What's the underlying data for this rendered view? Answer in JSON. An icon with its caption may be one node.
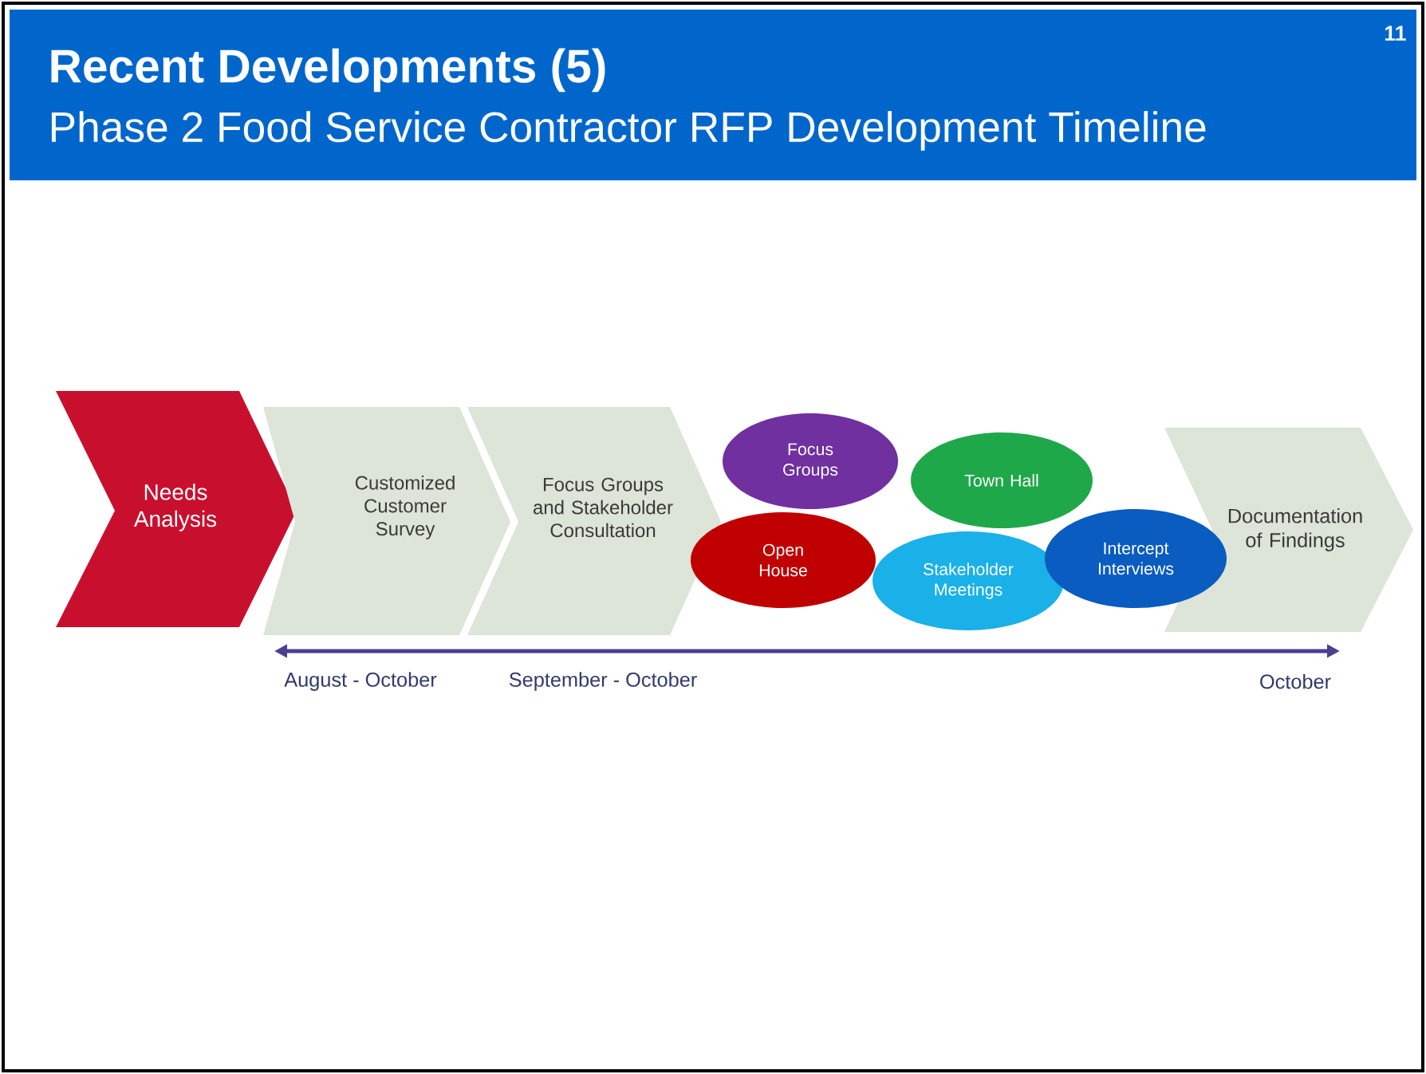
{
  "diagram": {
    "title": "Recent Developments (5)",
    "nodes": [
      {
        "text": [
          "Needs Analysis"
        ]
      },
      {
        "text": [
          "Customized Customer Survey"
        ]
      },
      {
        "text": [
          "Focus Groups and Stakeholder Consultation"
        ]
      },
      {
        "text": [
          "Focus Groups"
        ]
      },
      {
        "text": [
          "Open House"
        ]
      },
      {
        "text": [
          "Town Hall"
        ]
      },
      {
        "text": [
          "Stakeholder Meetings"
        ]
      },
      {
        "text": [
          "Intercept Interviews"
        ]
      },
      {
        "text": [
          "Documentation of Findings"
        ]
      }
    ],
    "labels": [
      "11",
      "Phase 2 Food Service Contractor RFP Development Timeline",
      "August - October",
      "September - October",
      "October"
    ]
  }
}
